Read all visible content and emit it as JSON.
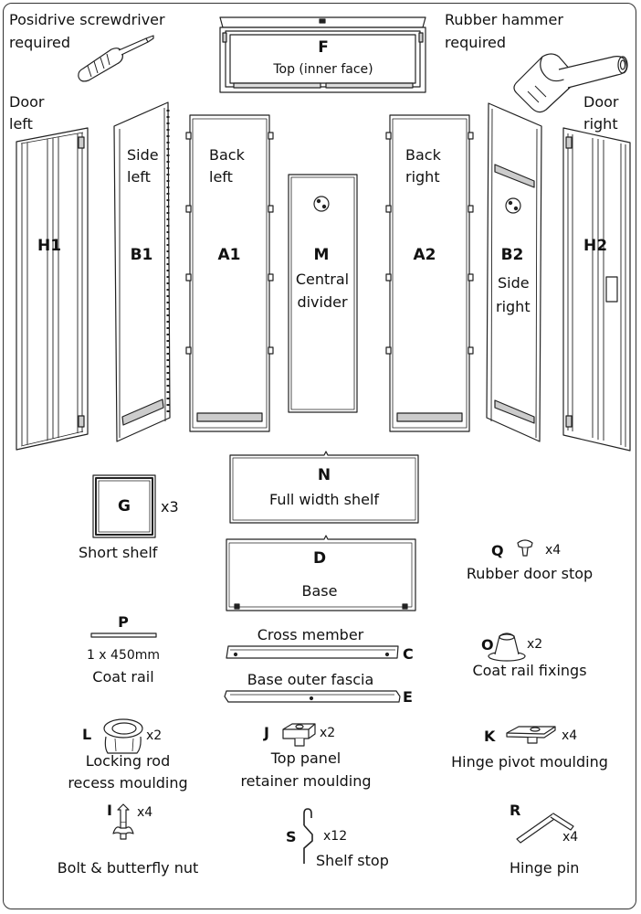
{
  "tools": {
    "screwdriver": [
      "Posidrive screwdriver",
      "required"
    ],
    "hammer": [
      "Rubber hammer",
      "required"
    ]
  },
  "panels": {
    "F": {
      "code": "F",
      "name": "Top (inner face)"
    },
    "H1": {
      "code": "H1",
      "name": [
        "Door",
        "left"
      ]
    },
    "B1": {
      "code": "B1",
      "name": [
        "Side",
        "left"
      ]
    },
    "A1": {
      "code": "A1",
      "name": [
        "Back",
        "left"
      ]
    },
    "M": {
      "code": "M",
      "name": [
        "Central",
        "divider"
      ]
    },
    "A2": {
      "code": "A2",
      "name": [
        "Back",
        "right"
      ]
    },
    "B2": {
      "code": "B2",
      "name": [
        "Side",
        "right"
      ]
    },
    "H2": {
      "code": "H2",
      "name": [
        "Door",
        "right"
      ]
    }
  },
  "parts": {
    "G": {
      "code": "G",
      "qty": "x3",
      "name": "Short shelf"
    },
    "N": {
      "code": "N",
      "name": "Full width shelf"
    },
    "D": {
      "code": "D",
      "name": "Base"
    },
    "Q": {
      "code": "Q",
      "qty": "x4",
      "name": "Rubber door stop"
    },
    "P": {
      "code": "P",
      "name": [
        "1 x 450mm",
        "Coat rail"
      ]
    },
    "C": {
      "code": "C",
      "name": "Cross member"
    },
    "E": {
      "code": "E",
      "name": "Base outer fascia"
    },
    "O": {
      "code": "O",
      "qty": "x2",
      "name": "Coat rail fixings"
    },
    "L": {
      "code": "L",
      "qty": "x2",
      "name": [
        "Locking rod",
        "recess moulding"
      ]
    },
    "J": {
      "code": "J",
      "qty": "x2",
      "name": [
        "Top panel",
        "retainer moulding"
      ]
    },
    "K": {
      "code": "K",
      "qty": "x4",
      "name": "Hinge pivot moulding"
    },
    "I": {
      "code": "I",
      "qty": "x4",
      "name": "Bolt & butterfly nut"
    },
    "S": {
      "code": "S",
      "qty": "x12",
      "name": "Shelf stop"
    },
    "R": {
      "code": "R",
      "qty": "x4",
      "name": "Hinge pin"
    }
  }
}
